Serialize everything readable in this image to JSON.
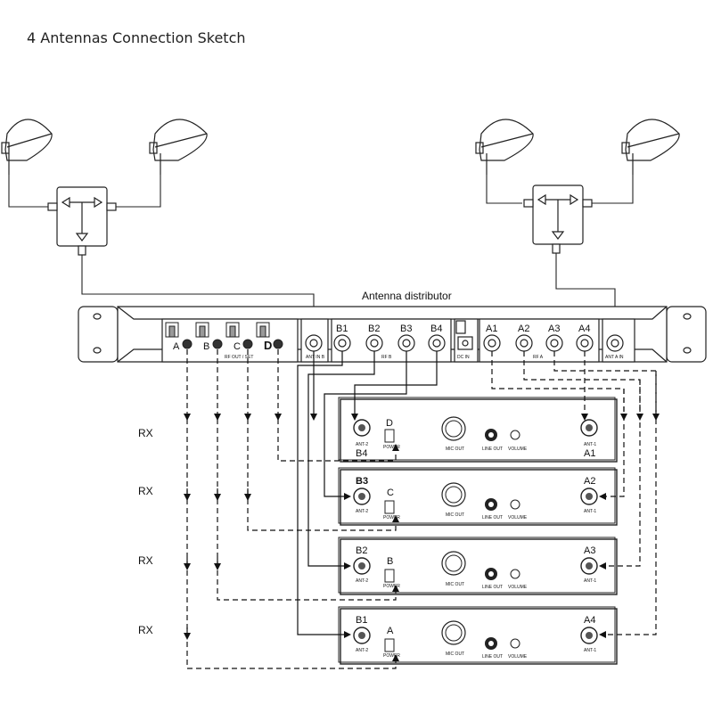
{
  "page": {
    "title": "4 Antennas Connection Sketch"
  },
  "distributor": {
    "label": "Antenna distributor",
    "switch_labels": [
      "A",
      "B",
      "C",
      "D"
    ],
    "out_b_ports": [
      "B1",
      "B2",
      "B3",
      "B4"
    ],
    "out_a_ports": [
      "A1",
      "A2",
      "A3",
      "A4"
    ],
    "small_labels": [
      "ANT IN B",
      "RF B",
      "DC IN",
      "RF A",
      "ANT A IN",
      "RF OUT / SET"
    ]
  },
  "receivers": [
    {
      "rx_label": "RX",
      "b_port": "B4",
      "a_port": "A1",
      "channel": "D",
      "ant2": "ANT-2",
      "ant1": "ANT-1",
      "power": "POWER",
      "mic_out": "MIC OUT",
      "line_out": "LINE OUT",
      "volume": "VOLUME"
    },
    {
      "rx_label": "RX",
      "b_port": "B3",
      "a_port": "A2",
      "channel": "C",
      "ant2": "ANT-2",
      "ant1": "ANT-1",
      "power": "POWER",
      "mic_out": "MIC OUT",
      "line_out": "LINE OUT",
      "volume": "VOLUME"
    },
    {
      "rx_label": "RX",
      "b_port": "B2",
      "a_port": "A3",
      "channel": "B",
      "ant2": "ANT-2",
      "ant1": "ANT-1",
      "power": "POWER",
      "mic_out": "MIC OUT",
      "line_out": "LINE OUT",
      "volume": "VOLUME"
    },
    {
      "rx_label": "RX",
      "b_port": "B1",
      "a_port": "A4",
      "channel": "A",
      "ant2": "ANT-2",
      "ant1": "ANT-1",
      "power": "POWER",
      "mic_out": "MIC OUT",
      "line_out": "LINE OUT",
      "volume": "VOLUME"
    }
  ]
}
